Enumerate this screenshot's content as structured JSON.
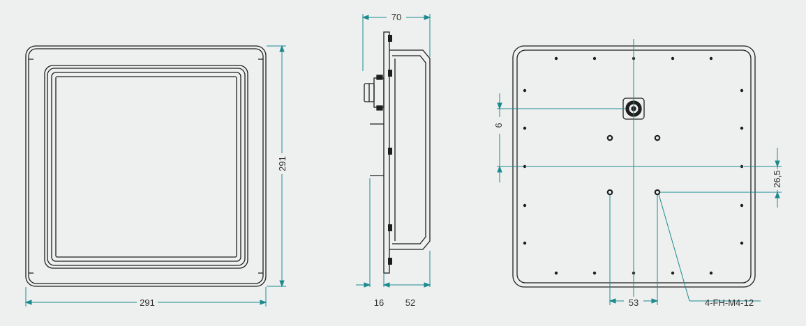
{
  "colors": {
    "background": "#eef0ef",
    "outline": "#1e1e1e",
    "dimension": "#1b8a8f",
    "text": "#333333",
    "hole": "#1e1e1e"
  },
  "front_view": {
    "width_label": "291",
    "height_label": "291"
  },
  "side_view": {
    "depth_label": "70",
    "plate_offset_label": "16",
    "body_depth_label": "52"
  },
  "back_view": {
    "connector_offset_label": "6",
    "hole_offset_label": "26,5",
    "hole_spacing_label": "53",
    "mount_callout": "4-FH-M4-12"
  }
}
